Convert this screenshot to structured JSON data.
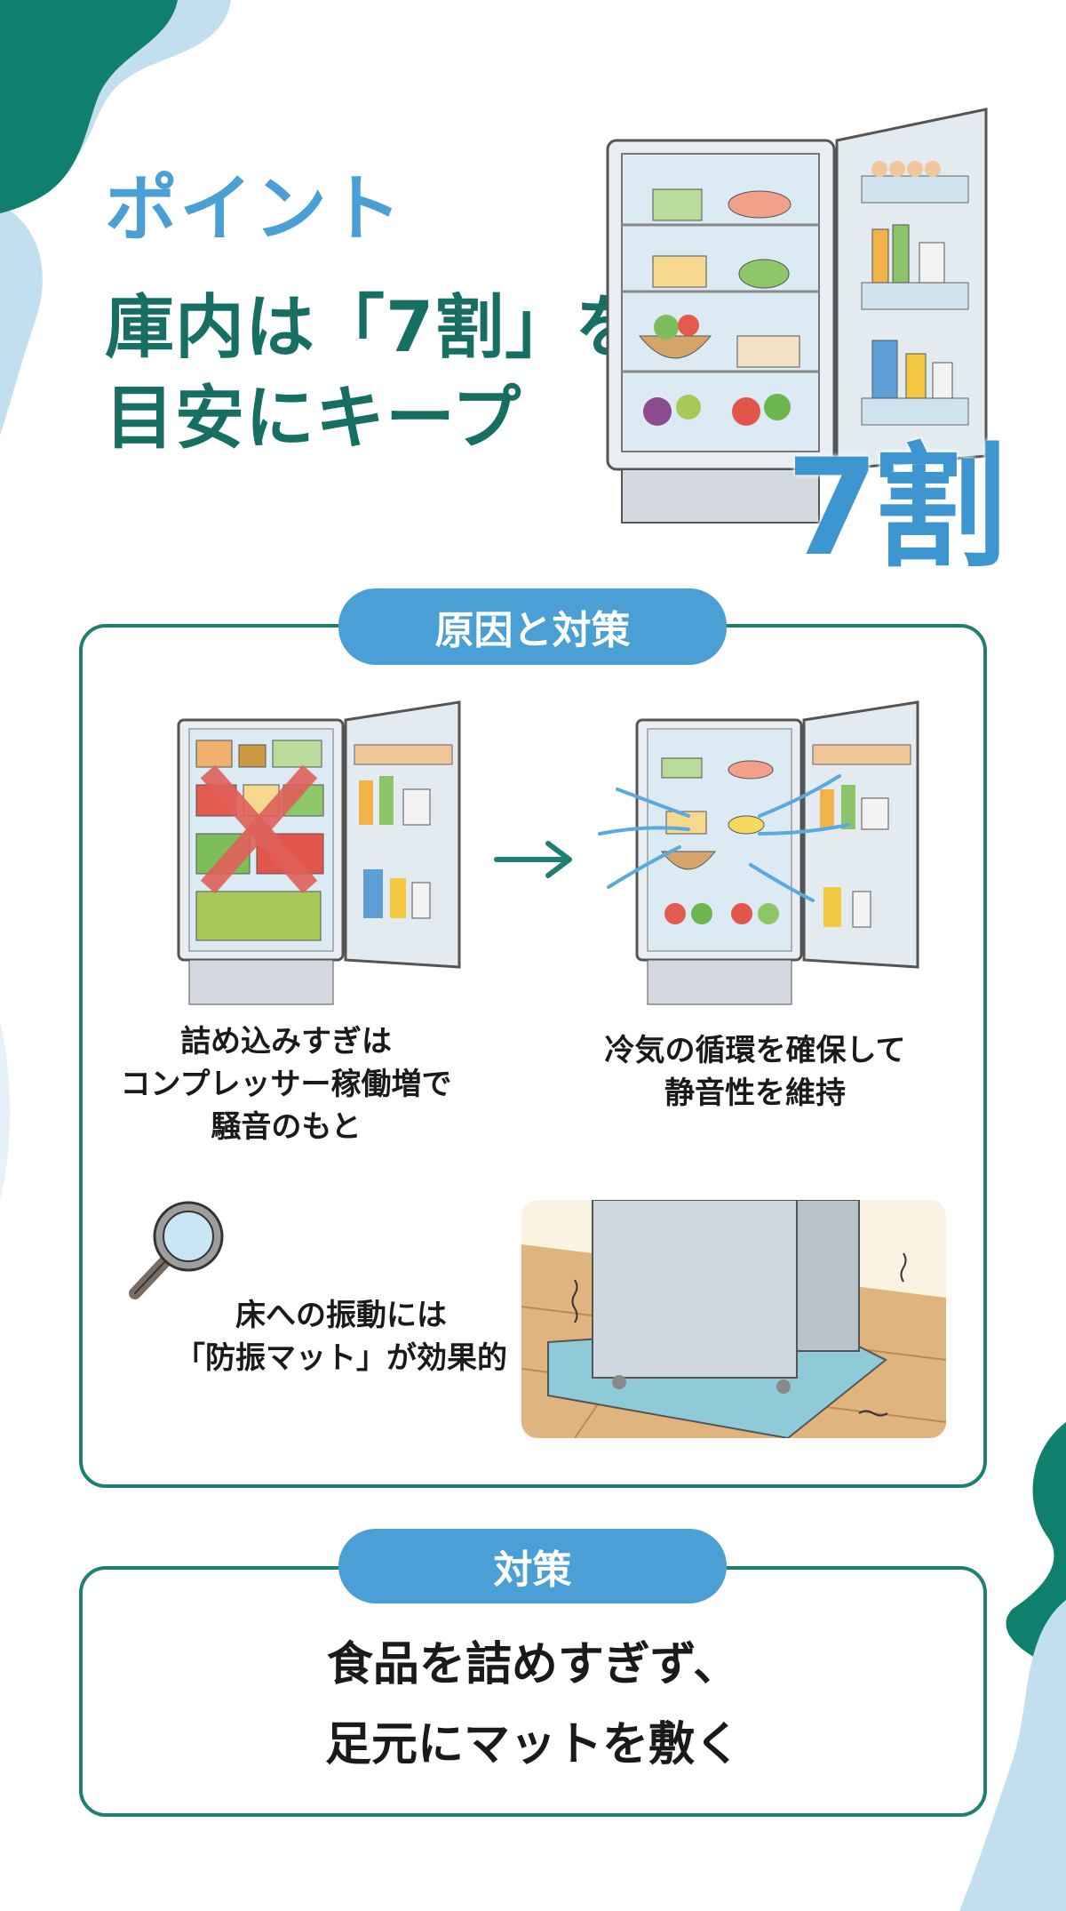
{
  "header": {
    "label": "ポイント",
    "title_lines": [
      "庫内は「7割」を",
      "目安にキープ"
    ],
    "badge": "7割"
  },
  "causes": {
    "heading": "原因と対策",
    "bad_caption": [
      "詰め込みすぎは",
      "コンプレッサー稼働増で",
      "騒音のもと"
    ],
    "good_caption": [
      "冷気の循環を確保して",
      "静音性を維持"
    ],
    "mat_caption": [
      "床への振動には",
      "「防振マット」が効果的"
    ]
  },
  "solution": {
    "heading": "対策",
    "lines": [
      "食品を詰めすぎず、",
      "足元にマットを敷く"
    ]
  },
  "colors": {
    "teal": "#1f7f72",
    "blue": "#4a9fd4",
    "light_blue": "#c2dff0",
    "cross_red": "#e0605a"
  }
}
